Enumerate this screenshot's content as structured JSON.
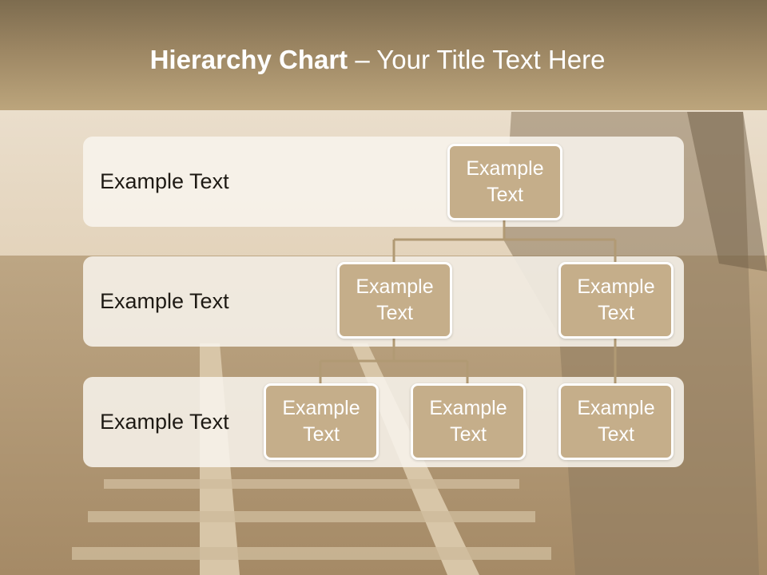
{
  "slide": {
    "title_bold": "Hierarchy Chart",
    "title_rest": " – Your Title Text Here"
  },
  "rows": [
    {
      "label": "Example Text"
    },
    {
      "label": "Example Text"
    },
    {
      "label": "Example Text"
    }
  ],
  "nodes": {
    "root": {
      "line1": "Example",
      "line2": "Text"
    },
    "level2_left": {
      "line1": "Example",
      "line2": "Text"
    },
    "level2_right": {
      "line1": "Example",
      "line2": "Text"
    },
    "level3_a": {
      "line1": "Example",
      "line2": "Text"
    },
    "level3_b": {
      "line1": "Example",
      "line2": "Text"
    },
    "level3_c": {
      "line1": "Example",
      "line2": "Text"
    }
  },
  "colors": {
    "node_fill": "#c5ae8a",
    "node_border": "#ffffff",
    "connector": "#b19a74",
    "title_band": "#9c8663"
  }
}
